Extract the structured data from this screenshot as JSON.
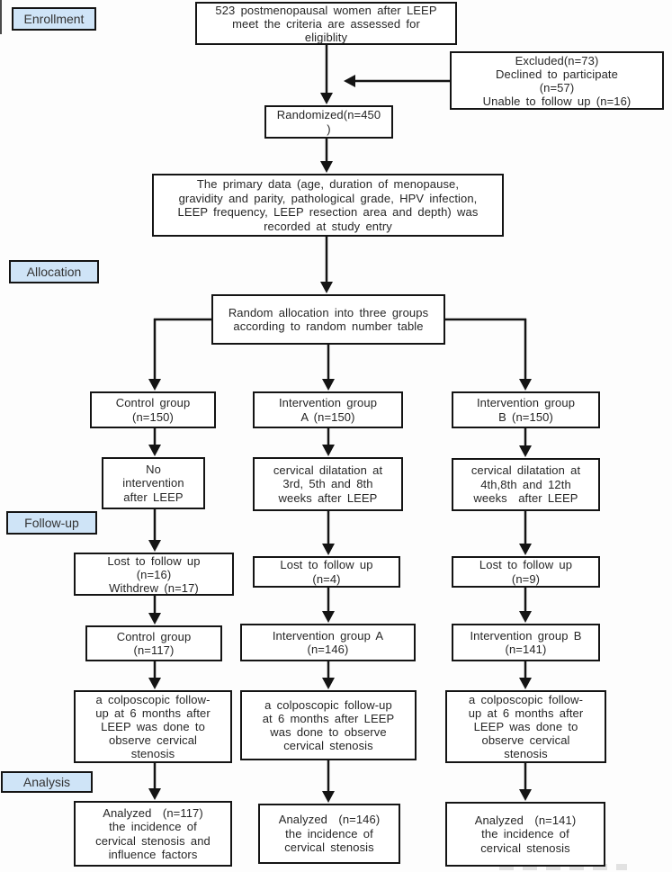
{
  "labels": {
    "enrollment": "Enrollment",
    "allocation": "Allocation",
    "followup": "Follow-up",
    "analysis": "Analysis"
  },
  "nodes": {
    "eligibility": "523 postmenopausal women after LEEP\nmeet the criteria are assessed for\neligiblity",
    "excluded": "Excluded(n=73)\nDeclined to participate\n(n=57)\nUnable to follow up (n=16)",
    "randomized": "Randomized(n=450\n)",
    "primary_data": "The primary data (age, duration of menopause,\ngravidity and parity, pathological grade, HPV infection,\nLEEP frequency, LEEP resection area and depth) was\nrecorded at study entry",
    "random_allocation": "Random allocation into three groups\naccording to random number table",
    "control_group_150": "Control group\n(n=150)",
    "intervention_a_150": "Intervention group\nA (n=150)",
    "intervention_b_150": "Intervention group\nB (n=150)",
    "no_intervention": "No\nintervention\nafter LEEP",
    "dilatation_a": "cervical dilatation at\n3rd, 5th and 8th\nweeks after LEEP",
    "dilatation_b": "cervical dilatation at\n4th,8th and 12th\nweeks  after LEEP",
    "lost_control": "Lost to follow up\n(n=16)\nWithdrew (n=17)",
    "lost_a": "Lost to follow up\n(n=4)",
    "lost_b": "Lost to follow up\n(n=9)",
    "control_group_117": "Control group\n(n=117)",
    "intervention_a_146": "Intervention group A\n(n=146)",
    "intervention_b_141": "Intervention group B\n(n=141)",
    "colposcopic_control": "a colposcopic follow-\nup at 6 months after\nLEEP was done to\nobserve cervical\nstenosis",
    "colposcopic_a": "a colposcopic follow-up\nat 6 months after LEEP\nwas done to observe\ncervical stenosis",
    "colposcopic_b": "a colposcopic follow-\nup at 6 months after\nLEEP was done to\nobserve cervical\nstenosis",
    "analyzed_control": "Analyzed  (n=117)\nthe incidence of\ncervical stenosis and\ninfluence factors",
    "analyzed_a": "Analyzed  (n=146)\nthe incidence of\ncervical stenosis",
    "analyzed_b": "Analyzed  (n=141)\nthe incidence of\ncervical stenosis"
  },
  "colors": {
    "stage_label_fill": "#cfe4f7",
    "box_border": "#141414",
    "text": "#262626"
  }
}
